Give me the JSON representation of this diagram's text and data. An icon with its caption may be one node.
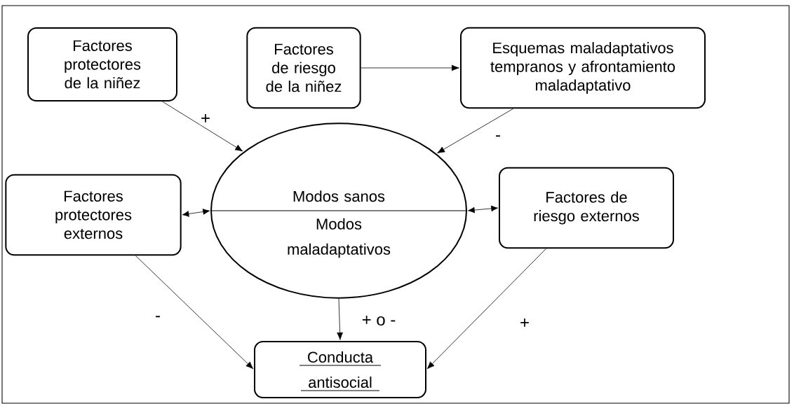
{
  "diagram": {
    "nodes": [
      {
        "text": [
          "Factores protectores de la niñez"
        ]
      },
      {
        "text": [
          "Factores de riesgo de la niñez"
        ]
      },
      {
        "text": [
          "Esquemas maladaptativos tempranos y afrontamiento maladaptativo"
        ]
      },
      {
        "text": [
          "Modos sanos",
          "Modos maladaptativos"
        ]
      },
      {
        "text": [
          "Factores protectores externos"
        ]
      },
      {
        "text": [
          "Factores de riesgo externos"
        ]
      },
      {
        "text": [
          "Conducta antisocial"
        ]
      }
    ],
    "edges": [
      {
        "from": 0,
        "to": 3,
        "arrow": "to",
        "label": "+"
      },
      {
        "from": 1,
        "to": 2,
        "arrow": "to"
      },
      {
        "from": 2,
        "to": 3,
        "arrow": "to",
        "label": "-"
      },
      {
        "from": 3,
        "to": 4,
        "arrow": "both"
      },
      {
        "from": 3,
        "to": 5,
        "arrow": "both"
      },
      {
        "from": 4,
        "to": 6,
        "arrow": "to",
        "label": "-"
      },
      {
        "from": 3,
        "to": 6,
        "arrow": "to",
        "label": "+ o -"
      },
      {
        "from": 5,
        "to": 6,
        "arrow": "to",
        "label": "+"
      }
    ]
  }
}
